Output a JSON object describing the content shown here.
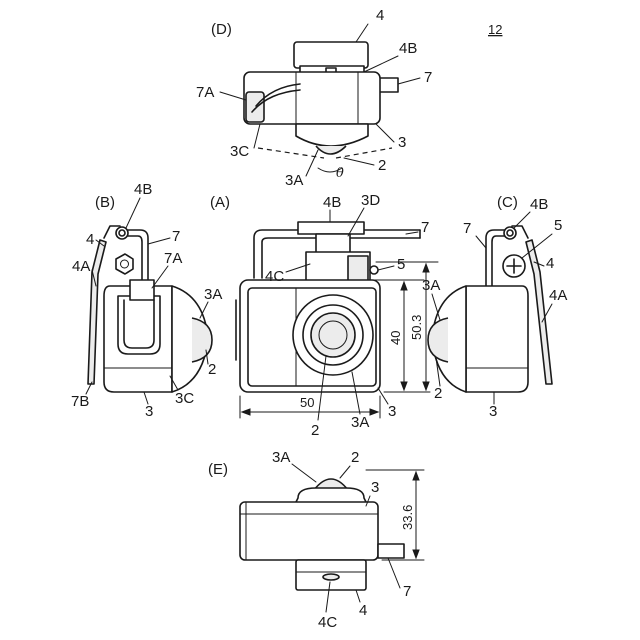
{
  "figure_number": "12",
  "views": {
    "A": "(A)",
    "B": "(B)",
    "C": "(C)",
    "D": "(D)",
    "E": "(E)"
  },
  "labels": {
    "d_4": "4",
    "d_4B": "4B",
    "d_7": "7",
    "d_7A": "7A",
    "d_3": "3",
    "d_3C": "3C",
    "d_2": "2",
    "d_3A": "3A",
    "d_theta": "θ",
    "b_4B": "4B",
    "b_4": "4",
    "b_7": "7",
    "b_4A": "4A",
    "b_7A": "7A",
    "b_3A": "3A",
    "b_2": "2",
    "b_7B": "7B",
    "b_3": "3",
    "b_3C": "3C",
    "a_4B": "4B",
    "a_3D": "3D",
    "a_7": "7",
    "a_4C": "4C",
    "a_5": "5",
    "a_3A": "3A",
    "a_2": "2",
    "a_3": "3",
    "c_4B": "4B",
    "c_7": "7",
    "c_5": "5",
    "c_4": "4",
    "c_3A": "3A",
    "c_4A": "4A",
    "c_2": "2",
    "c_3": "3",
    "e_3A": "3A",
    "e_2": "2",
    "e_3": "3",
    "e_7": "7",
    "e_4C": "4C",
    "e_4": "4"
  },
  "dimensions": {
    "width": "50",
    "height_total": "50.3",
    "height_body": "40",
    "depth": "33.6"
  }
}
